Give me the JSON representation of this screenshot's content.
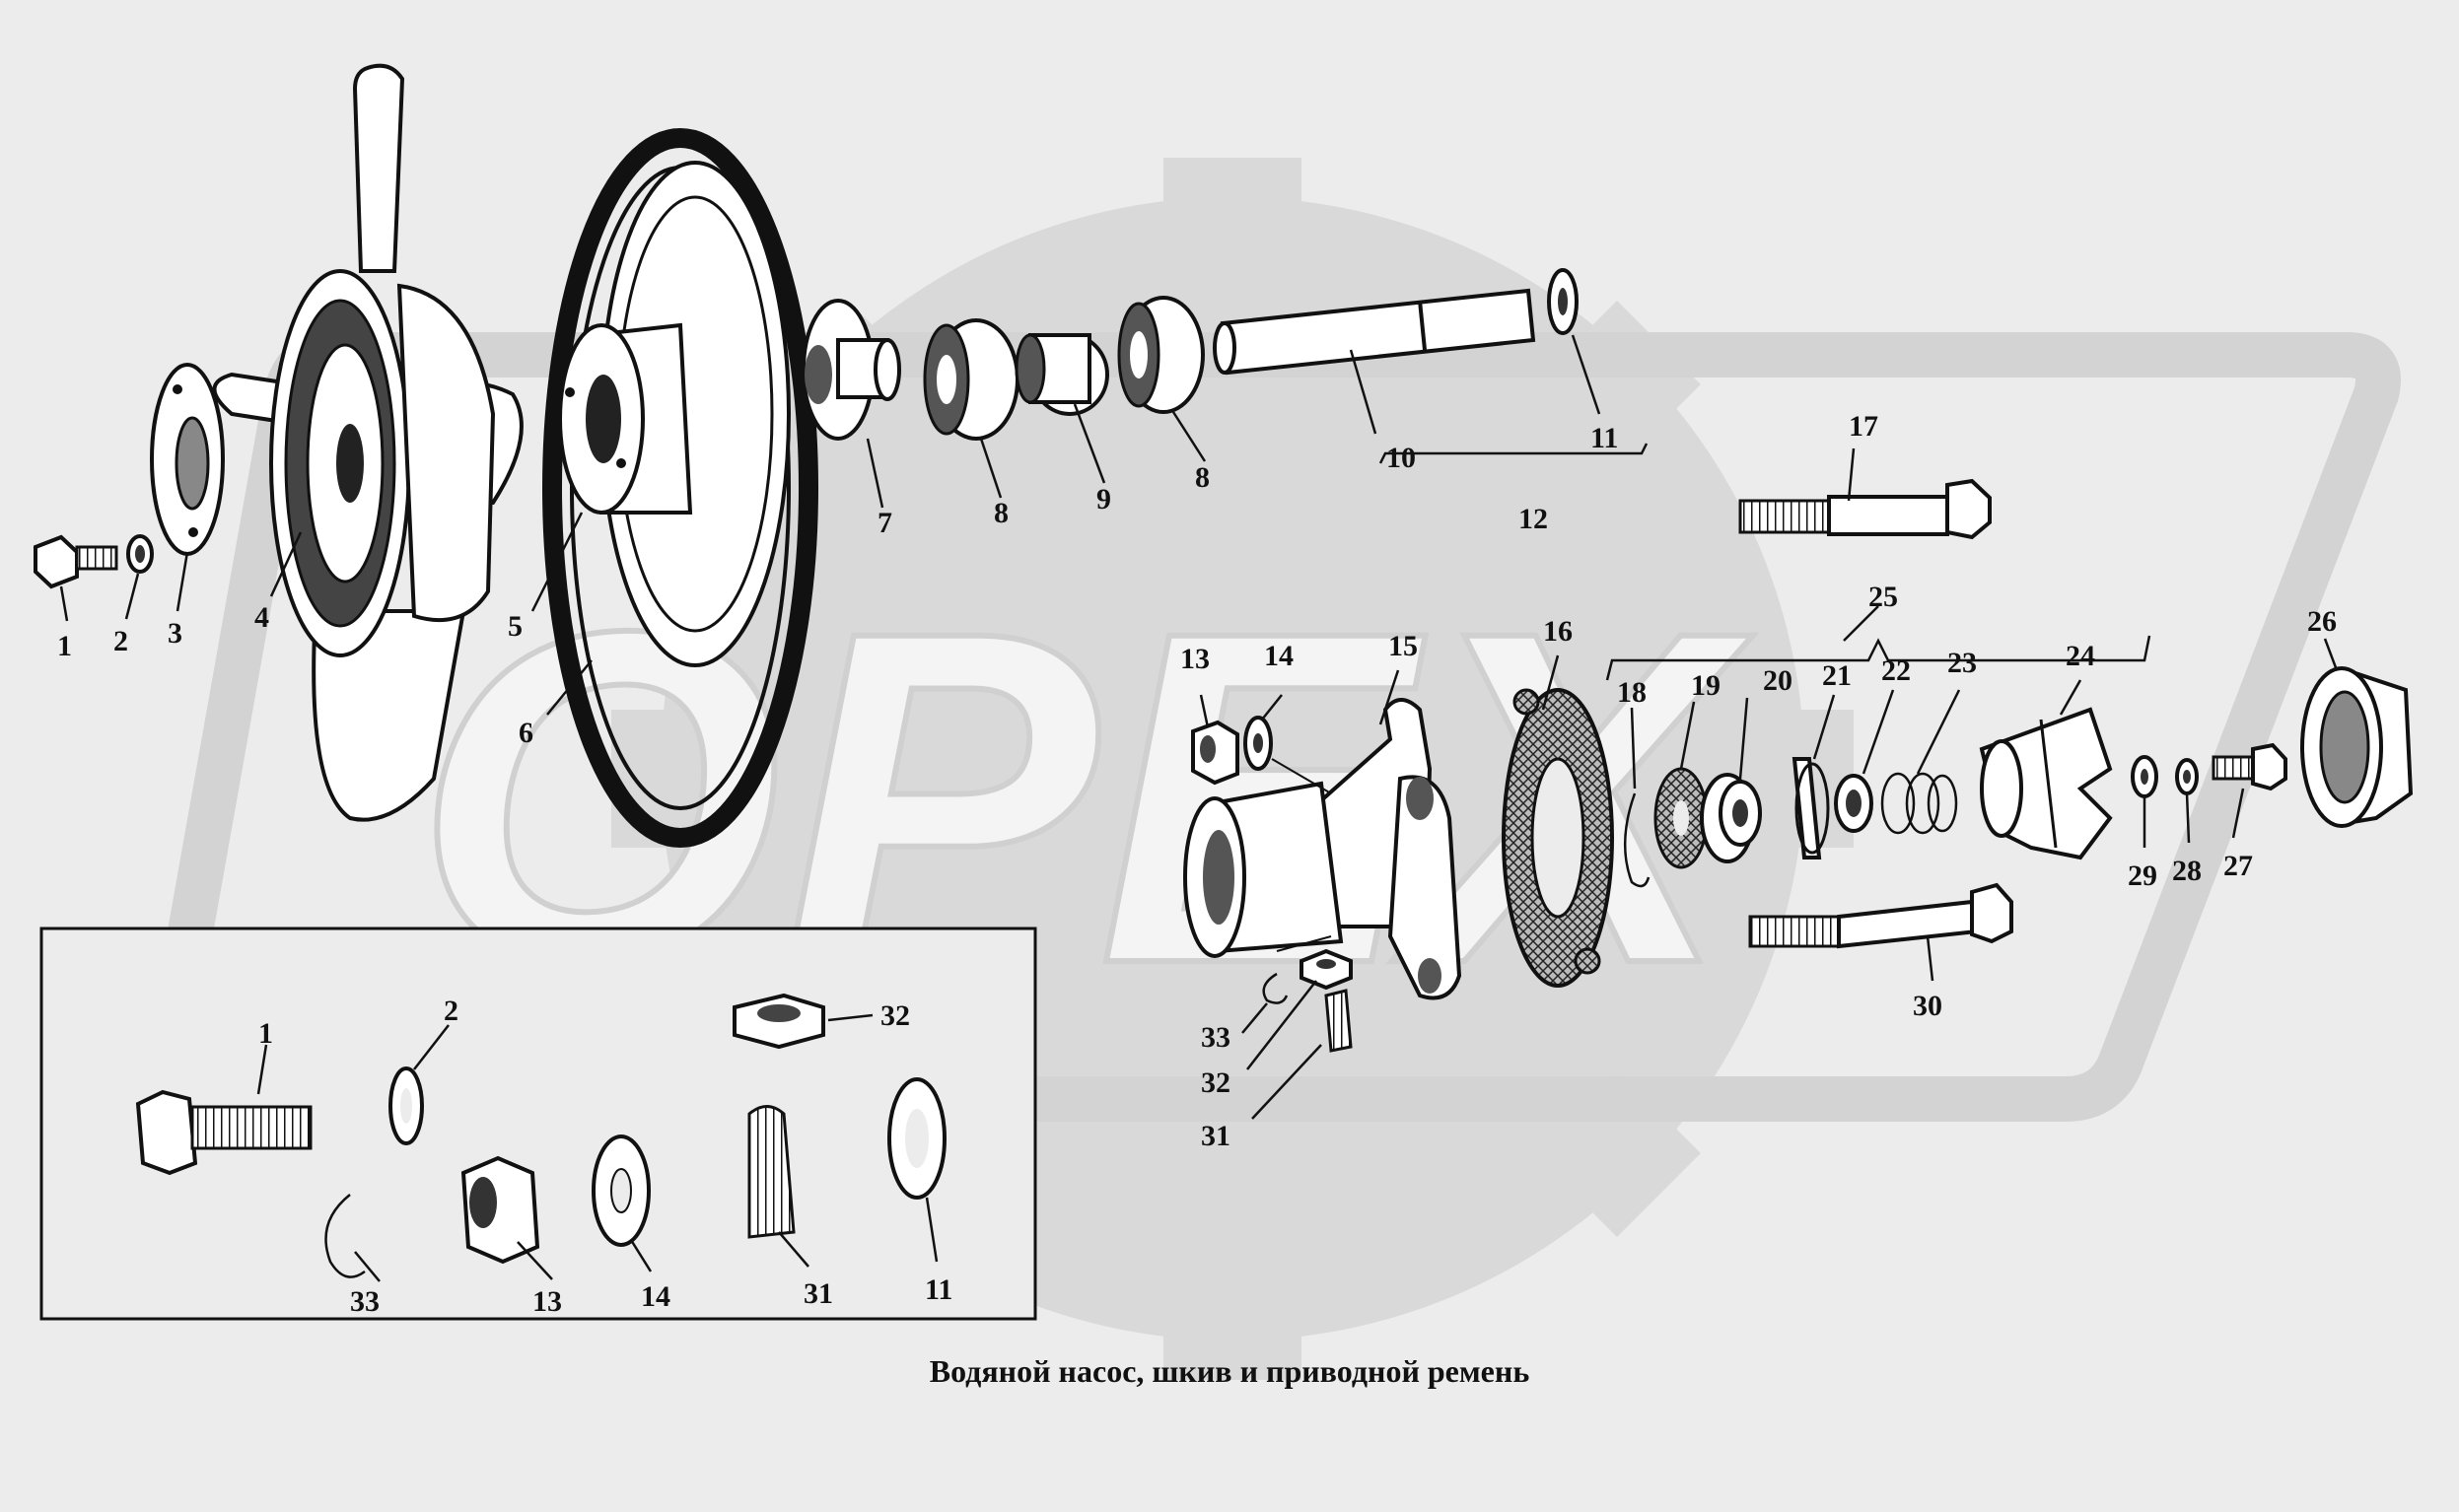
{
  "caption": "Водяной насос, шкив и приводной ремень",
  "watermark": {
    "text": "OPEX"
  },
  "callouts": {
    "c1": "1",
    "c2": "2",
    "c3": "3",
    "c4": "4",
    "c5": "5",
    "c6": "6",
    "c7": "7",
    "c8a": "8",
    "c8b": "8",
    "c9": "9",
    "c10": "10",
    "c11": "11",
    "c12": "12",
    "c13": "13",
    "c14": "14",
    "c15": "15",
    "c16": "16",
    "c17": "17",
    "c18": "18",
    "c19": "19",
    "c20": "20",
    "c21": "21",
    "c22": "22",
    "c23": "23",
    "c24": "24",
    "c25": "25",
    "c26": "26",
    "c27": "27",
    "c28": "28",
    "c29": "29",
    "c30": "30",
    "c31": "31",
    "c32": "32",
    "c33": "33"
  },
  "inset_callouts": {
    "i1": "1",
    "i2": "2",
    "i32": "32",
    "i33": "33",
    "i13": "13",
    "i14": "14",
    "i31": "31",
    "i11": "11"
  }
}
